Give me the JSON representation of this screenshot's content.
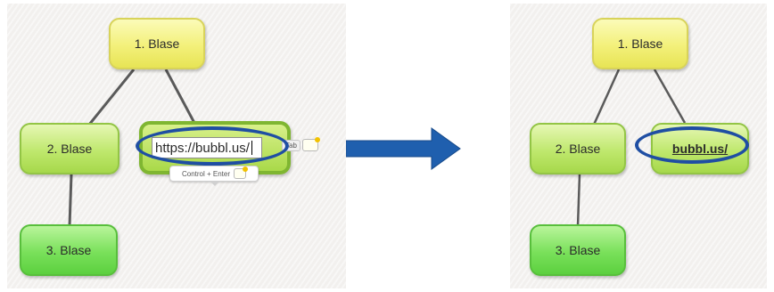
{
  "left_map": {
    "root": "1. Blase",
    "child_a": "2. Blase",
    "child_b_input": "https://bubbl.us/",
    "grandchild": "3. Blase",
    "tab_hint": "Tab",
    "enter_hint": "Control + Enter"
  },
  "right_map": {
    "root": "1. Blase",
    "child_a": "2. Blase",
    "child_b_link": "bubbl.us/",
    "grandchild": "3. Blase"
  },
  "colors": {
    "highlight_ellipse": "#1f4ea3",
    "arrow": "#1f5fae",
    "connector": "#5a5a5a"
  },
  "icons": {
    "transition": "right-arrow-icon",
    "add_sibling": "add-bubble-icon"
  }
}
